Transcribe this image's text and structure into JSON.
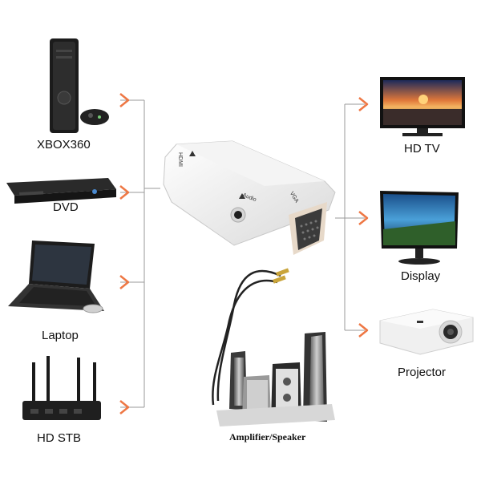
{
  "sources": [
    {
      "id": "xbox",
      "label": "XBOX360",
      "icon": "game-console-icon"
    },
    {
      "id": "dvd",
      "label": "DVD",
      "icon": "dvd-player-icon"
    },
    {
      "id": "laptop",
      "label": "Laptop",
      "icon": "laptop-icon"
    },
    {
      "id": "stb",
      "label": "HD STB",
      "icon": "router-stb-icon"
    }
  ],
  "outputs": [
    {
      "id": "tv",
      "label": "HD TV",
      "icon": "tv-icon"
    },
    {
      "id": "display",
      "label": "Display",
      "icon": "monitor-icon"
    },
    {
      "id": "projector",
      "label": "Projector",
      "icon": "projector-icon"
    }
  ],
  "adapter": {
    "hdmi_label": "HDMI",
    "audio_label": "Audio",
    "vga_label": "VGA"
  },
  "speaker": {
    "label": "Amplifier/Speaker",
    "icon": "speaker-icon"
  },
  "colors": {
    "arrow": "#ee7744",
    "connector_line": "#999999",
    "label_text": "#111111"
  }
}
